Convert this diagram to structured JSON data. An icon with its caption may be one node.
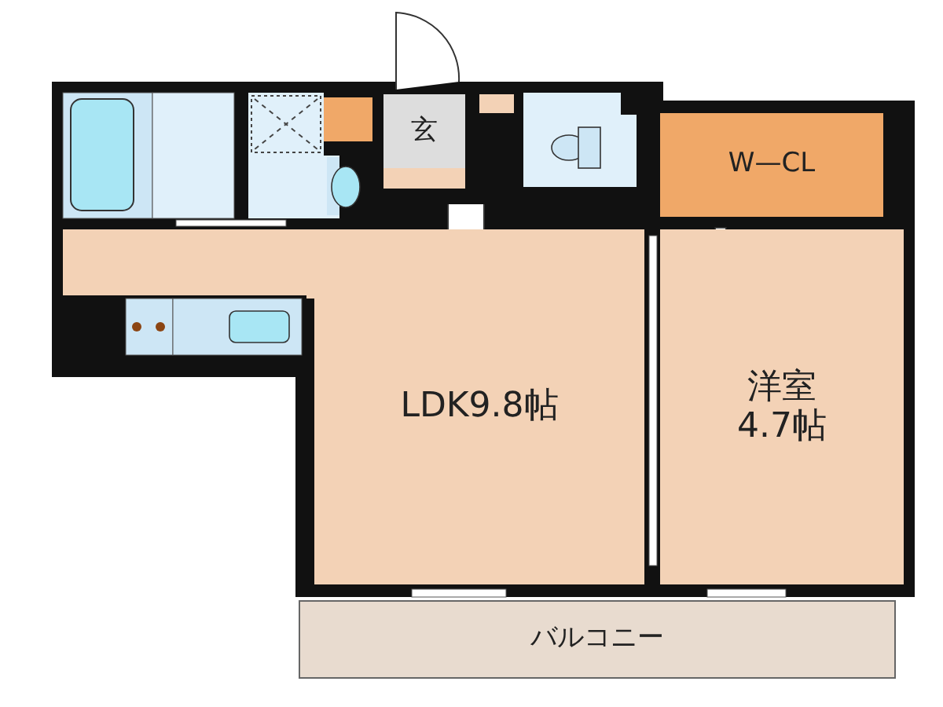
{
  "diagram": {
    "nodes": [
      {
        "text": [
          "玄"
        ]
      },
      {
        "text": [
          "W—CL"
        ]
      },
      {
        "text": [
          "LDK9.8帖"
        ]
      },
      {
        "text": [
          "洋室",
          "4.7帖"
        ]
      },
      {
        "text": [
          "バルコニー"
        ]
      }
    ]
  }
}
